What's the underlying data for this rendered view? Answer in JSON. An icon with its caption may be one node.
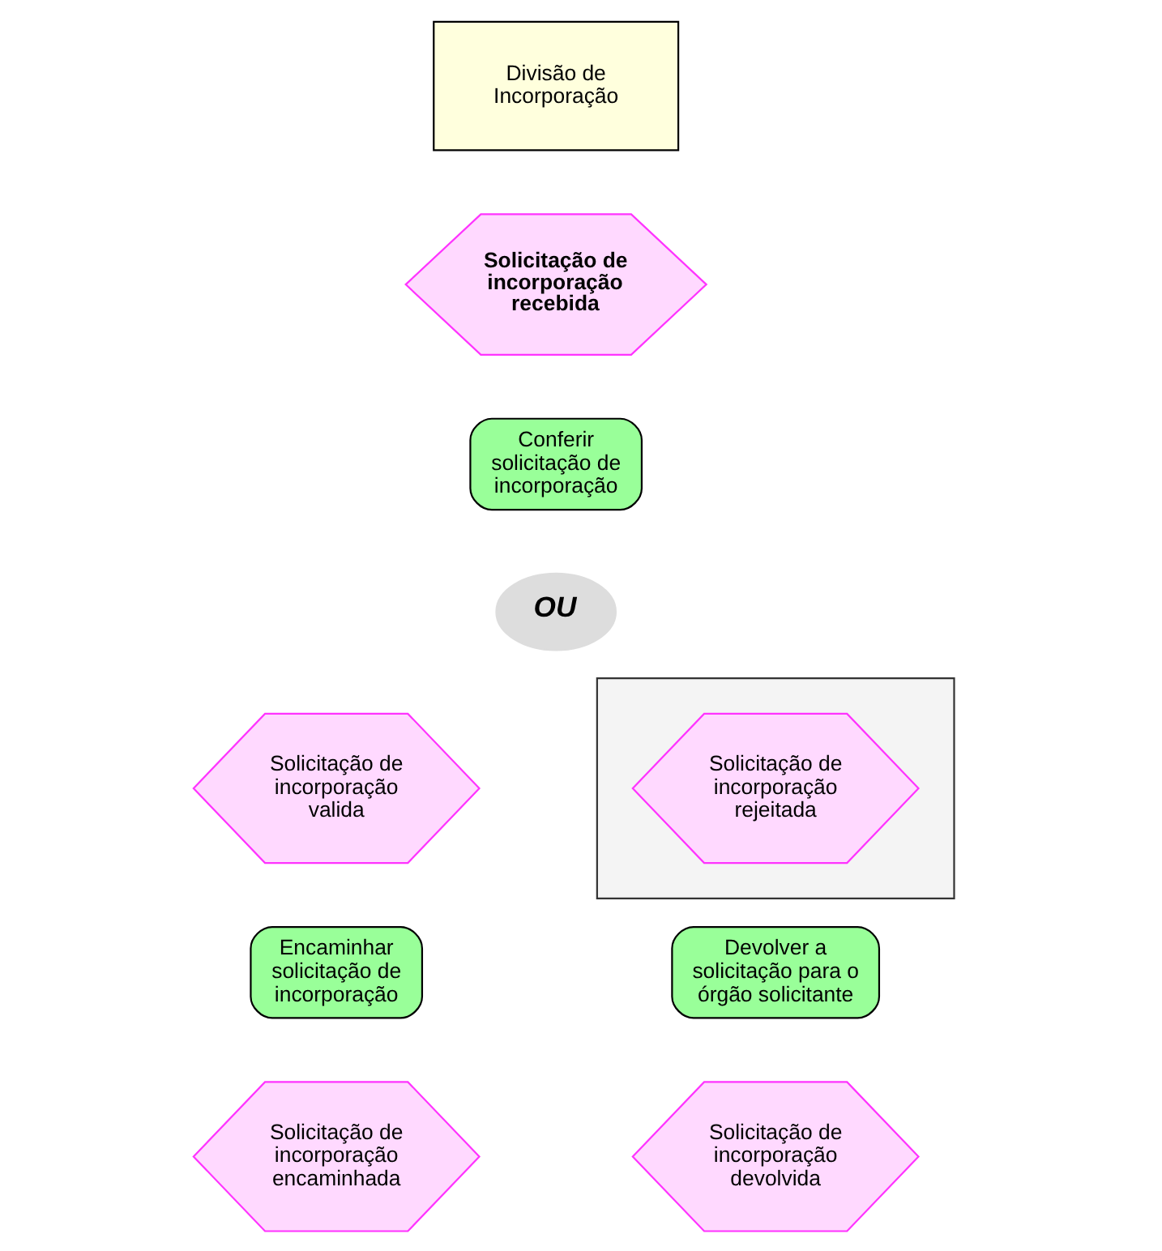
{
  "diagram": {
    "nodes": [
      {
        "text": [
          "Divisão de Incorporação"
        ]
      },
      {
        "text": [
          "Solicitação de incorporação recebida"
        ]
      },
      {
        "text": [
          "Conferir solicitação de incorporação"
        ]
      },
      {
        "text": [
          "OU"
        ]
      },
      {
        "text": [
          "Solicitação de incorporação valida"
        ]
      },
      {
        "text": [],
        "shape": "box"
      },
      {
        "text": [
          "Solicitação de incorporação rejeitada"
        ],
        "in": 5
      },
      {
        "text": [
          "Encaminhar solicitação de incorporação"
        ]
      },
      {
        "text": [
          "Devolver a solicitação para o órgão solicitante"
        ]
      },
      {
        "text": [
          "Solicitação de incorporação encaminhada"
        ]
      },
      {
        "text": [
          "Solicitação de incorporação devolvida"
        ]
      }
    ]
  }
}
